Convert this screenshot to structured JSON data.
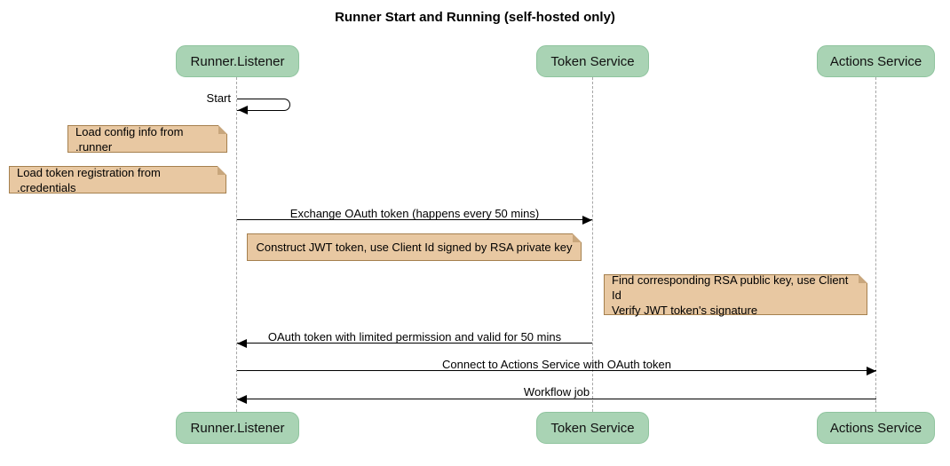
{
  "title": "Runner Start and Running (self-hosted only)",
  "participants": [
    {
      "name": "Runner.Listener"
    },
    {
      "name": "Token Service"
    },
    {
      "name": "Actions Service"
    }
  ],
  "messages": {
    "start": "Start",
    "exchange_oauth": "Exchange OAuth token (happens every 50 mins)",
    "oauth_return": "OAuth token with limited permission and valid for 50 mins",
    "connect": "Connect to Actions Service with OAuth token",
    "workflow_job": "Workflow job"
  },
  "notes": {
    "load_config": "Load config info from .runner",
    "load_token_registration": "Load token registration from .credentials",
    "construct_jwt": "Construct JWT token, use Client Id signed by RSA private key",
    "verify_jwt": "Find corresponding RSA public key, use Client Id\nVerify JWT token's signature"
  },
  "colors": {
    "participant_fill": "#a9d3b4",
    "participant_border": "#8fc49e",
    "note_fill": "#e8c8a2",
    "note_border": "#a5804e",
    "lifeline": "#a6a6a6",
    "arrow": "#000000",
    "background": "#ffffff"
  }
}
